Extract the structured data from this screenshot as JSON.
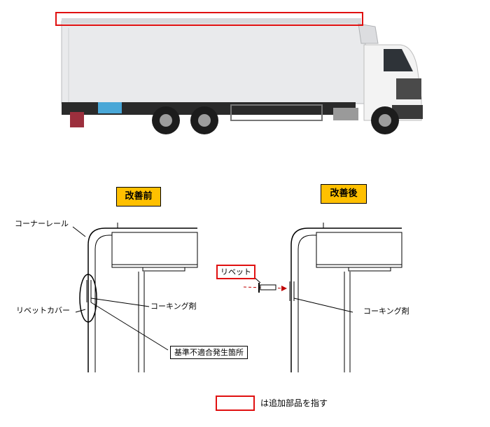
{
  "before": {
    "title": "改善前",
    "corner_rail": "コーナーレール",
    "rivet_cover": "リベットカバー",
    "caulking": "コーキング剤",
    "nonconforming": "基準不適合発生箇所"
  },
  "after": {
    "title": "改善後",
    "rivet": "リベット",
    "caulking": "コーキング剤"
  },
  "legend": {
    "text": "は追加部品を指す"
  },
  "colors": {
    "highlight_red": "#e01010",
    "title_bg": "#ffc000",
    "truck_body": "#e9eaec",
    "cab": "#f3f3f3"
  }
}
